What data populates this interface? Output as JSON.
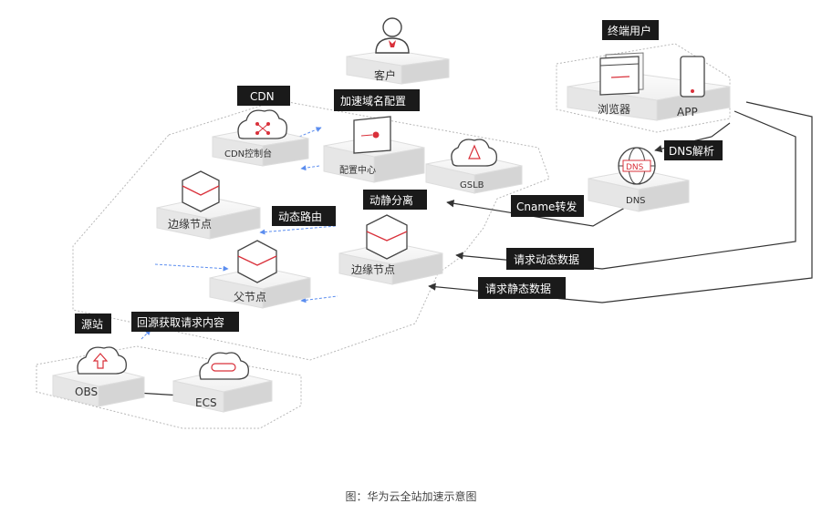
{
  "tags": {
    "cdn": "CDN",
    "accel_config": "加速域名配置",
    "end_user": "终端用户",
    "dns_resolve": "DNS解析",
    "cname": "Cname转发",
    "dynamic_routing": "动态路由",
    "dyn_static_split": "动静分离",
    "req_dynamic": "请求动态数据",
    "req_static": "请求静态数据",
    "origin": "源站",
    "back_to_origin": "回源获取请求内容"
  },
  "nodes": {
    "customer": "客户",
    "cdn_console": "CDN控制台",
    "config_center": "配置中心",
    "gslb": "GSLB",
    "browser": "浏览器",
    "app": "APP",
    "dns": "DNS",
    "dns_icon_text": "DNS",
    "edge_node_left": "边缘节点",
    "edge_node_center": "边缘节点",
    "parent_node": "父节点",
    "obs": "OBS",
    "ecs": "ECS"
  },
  "caption": "图：华为云全站加速示意图",
  "colors": {
    "accent": "#d9303a",
    "tag_bg": "#1a1a1a",
    "arrow_blue": "#5b8def",
    "line": "#333333"
  }
}
